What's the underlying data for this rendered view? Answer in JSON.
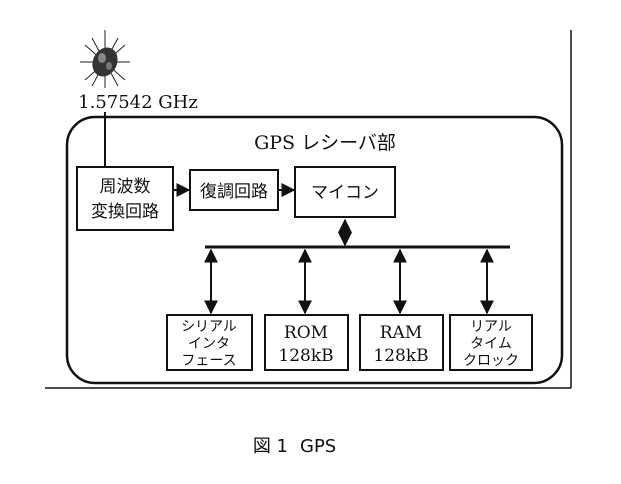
{
  "antenna": {
    "icon": "satellite-antenna-icon",
    "frequency": "1.57542 GHz"
  },
  "receiver": {
    "title": "GPS レシーバ部"
  },
  "blocks": {
    "freq_converter": [
      "周波数",
      "変換回路"
    ],
    "demodulator": "復調回路",
    "microcomputer": "マイコン",
    "serial_interface": [
      "シリアル",
      "インタ",
      "フェース"
    ],
    "rom": [
      "ROM",
      "128kB"
    ],
    "ram": [
      "RAM",
      "128kB"
    ],
    "rtc": [
      "リアル",
      "タイム",
      "クロック"
    ]
  },
  "caption": {
    "figure_label": "図 1",
    "figure_title": "GPS"
  }
}
